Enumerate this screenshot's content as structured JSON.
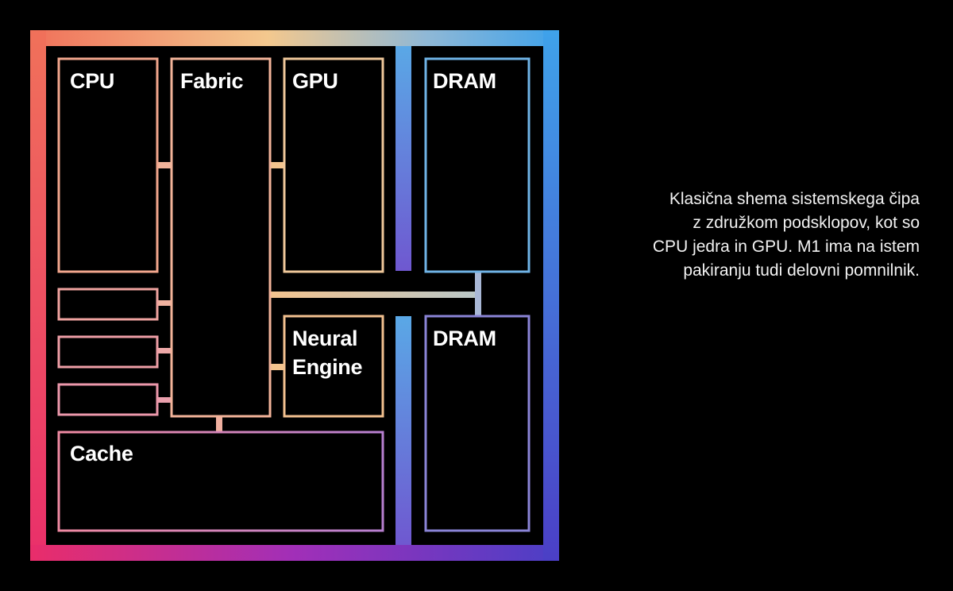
{
  "diagram": {
    "labels": {
      "cpu": "CPU",
      "fabric": "Fabric",
      "gpu": "GPU",
      "dram_top": "DRAM",
      "neural_line1": "Neural",
      "neural_line2": "Engine",
      "dram_bottom": "DRAM",
      "cache": "Cache"
    },
    "colors": {
      "background": "#000000",
      "gradient_top_left": "#f0715a",
      "gradient_top_mid": "#f2c88f",
      "gradient_top_right": "#4aa6e6",
      "gradient_bottom_left": "#ea2f6a",
      "gradient_bottom_right": "#4b3fc6",
      "label_color": "#ffffff"
    }
  },
  "caption": {
    "line1": "Klasična shema sistemskega čipa",
    "line2": "z združkom podsklopov, kot so",
    "line3": "CPU jedra in GPU. M1 ima na istem",
    "line4": "pakiranju tudi delovni pomnilnik."
  }
}
